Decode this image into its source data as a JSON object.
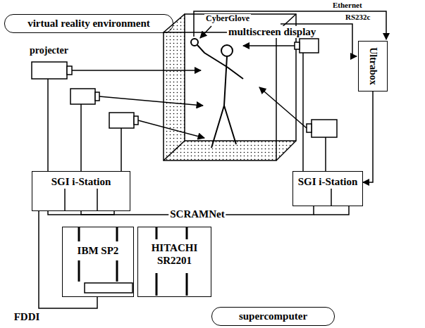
{
  "diagram": {
    "nodes": [
      {
        "text": [
          "virtual reality environment"
        ]
      },
      {
        "text": [
          "Ultrabox"
        ]
      },
      {
        "text": [
          "SGI i-Station"
        ]
      },
      {
        "text": [
          "SGI i-Station"
        ]
      },
      {
        "text": [
          "IBM SP2"
        ]
      },
      {
        "text": [
          "HITACHI SR2201"
        ]
      },
      {
        "text": [
          "supercomputer"
        ]
      }
    ],
    "edges": [
      {
        "from": 1,
        "to": 3,
        "arrow": "to"
      },
      {
        "from": 2,
        "to": 3,
        "label": "SCRAMNet",
        "arrow": "none"
      },
      {
        "from": 2,
        "to": 4,
        "label": "FDDI",
        "arrow": "none"
      }
    ],
    "labels": [
      "Ethernet",
      "RS232c",
      "CyberGlove",
      "multiscreen display",
      "projecter"
    ]
  }
}
